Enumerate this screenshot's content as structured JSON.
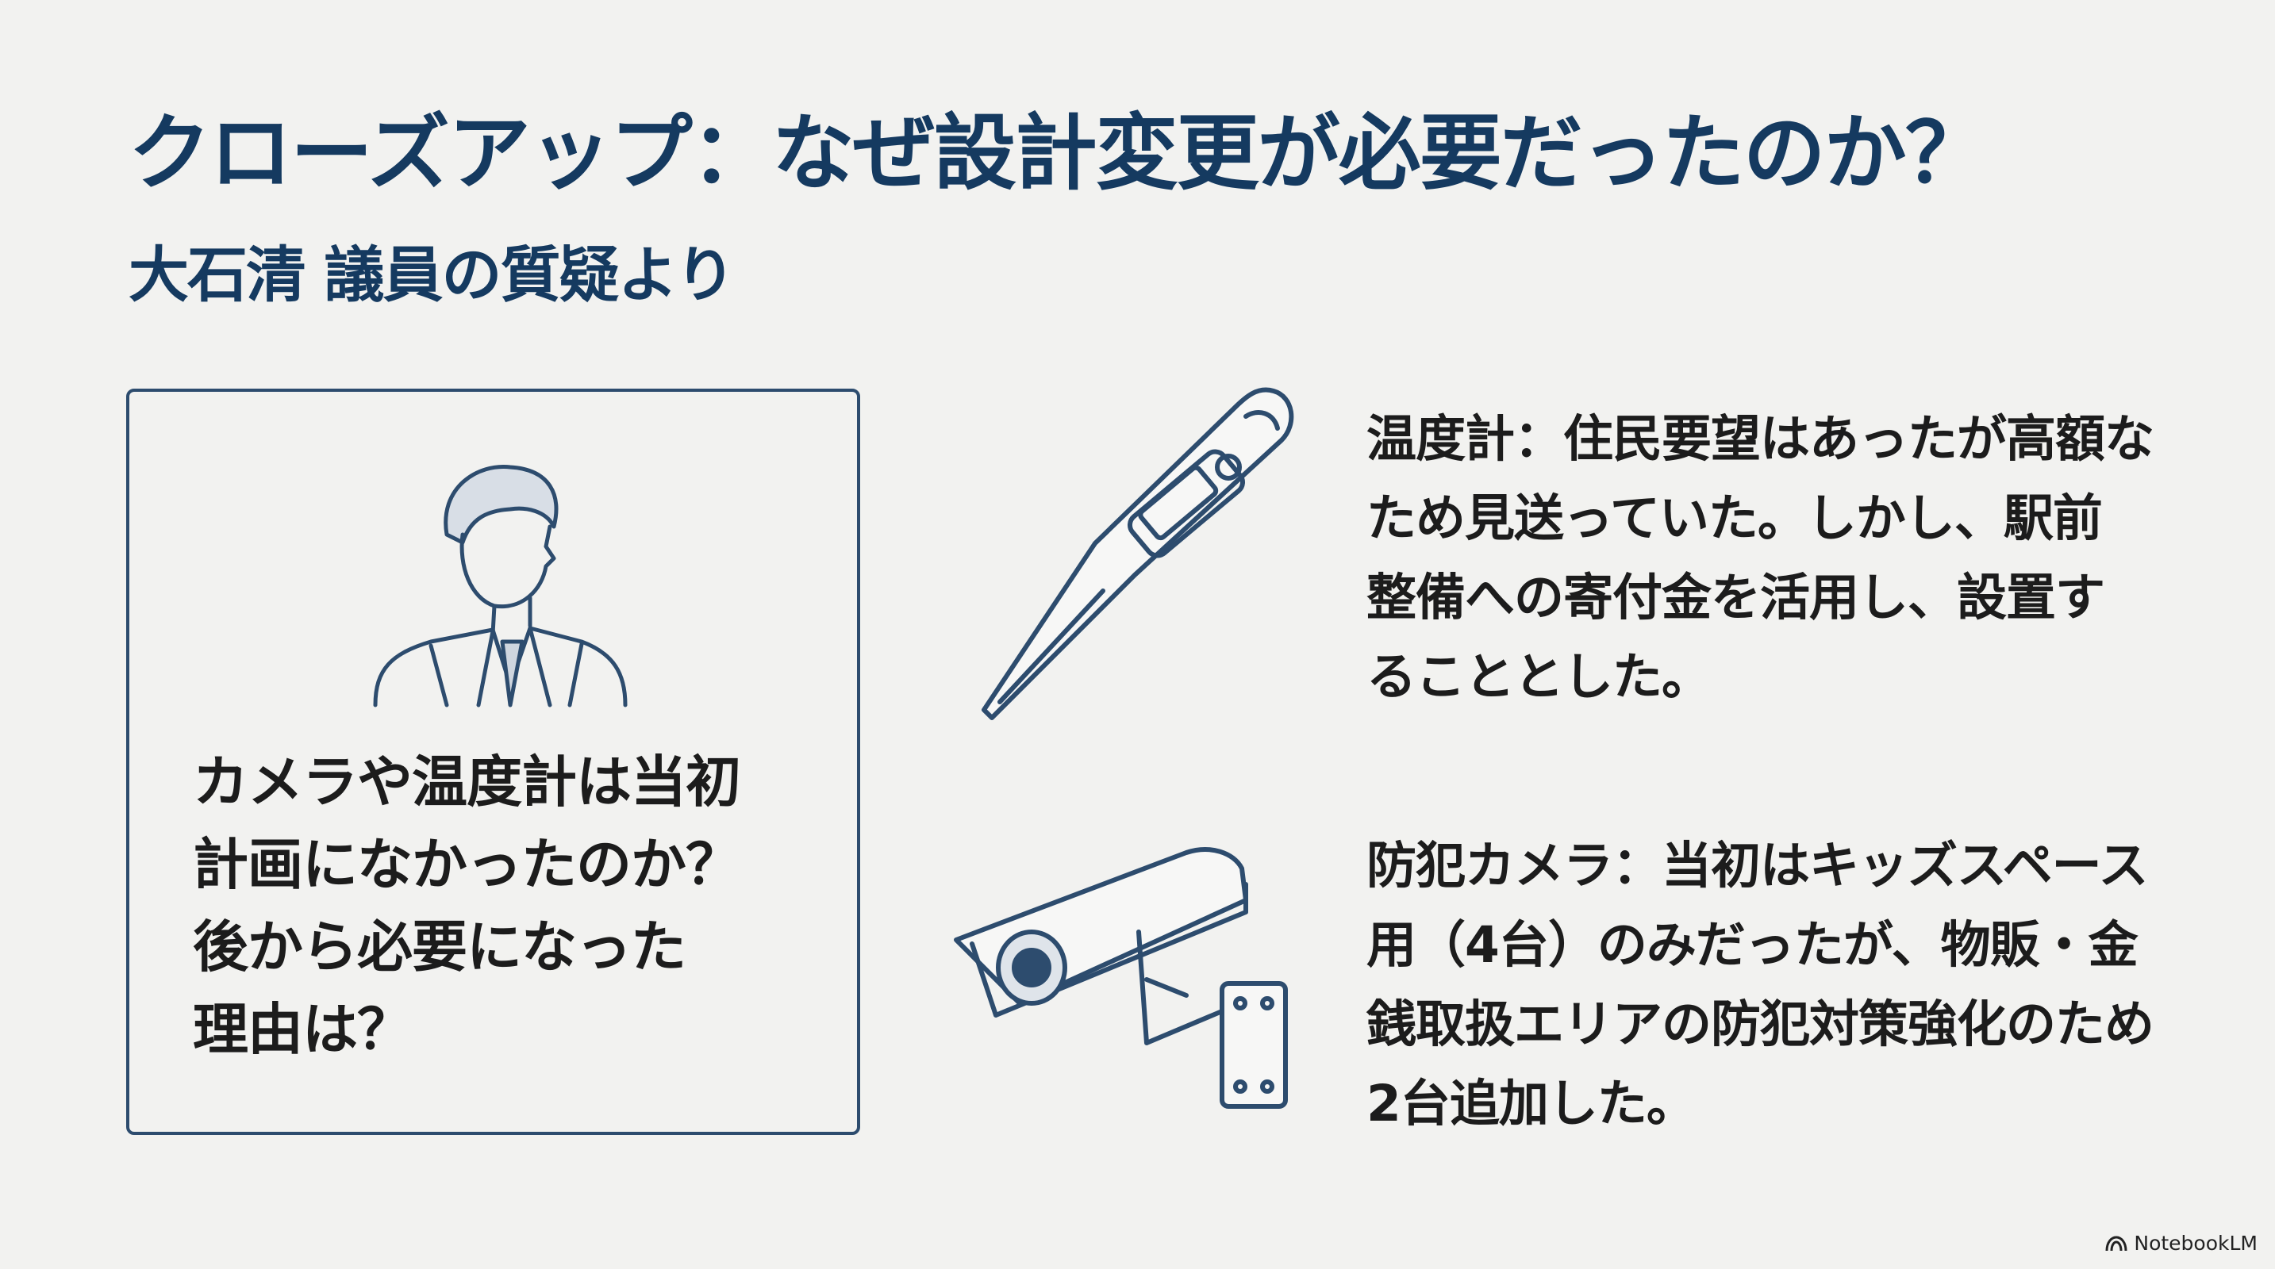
{
  "title": "クローズアップ：なぜ設計変更が必要だったのか？",
  "subtitle": "大石清 議員の質疑より",
  "question": {
    "icon": "person-icon",
    "lines": [
      "カメラや温度計は当初",
      "計画になかったのか？",
      "後から必要になった",
      "理由は？"
    ]
  },
  "items": [
    {
      "icon": "thermometer-icon",
      "lines": [
        "温度計：住民要望はあったが高額な",
        "ため見送っていた。しかし、駅前",
        "整備への寄付金を活用し、設置す",
        "ることとした。"
      ]
    },
    {
      "icon": "security-camera-icon",
      "lines": [
        "防犯カメラ：当初はキッズスペース",
        "用（4台）のみだったが、物販・金",
        "銭取扱エリアの防犯対策強化のため",
        "2台追加した。"
      ]
    }
  ],
  "brand": "NotebookLM",
  "colors": {
    "heading": "#153a60",
    "text": "#1c1c1c",
    "background": "#f2f2f0",
    "border": "#2d4c6e"
  }
}
